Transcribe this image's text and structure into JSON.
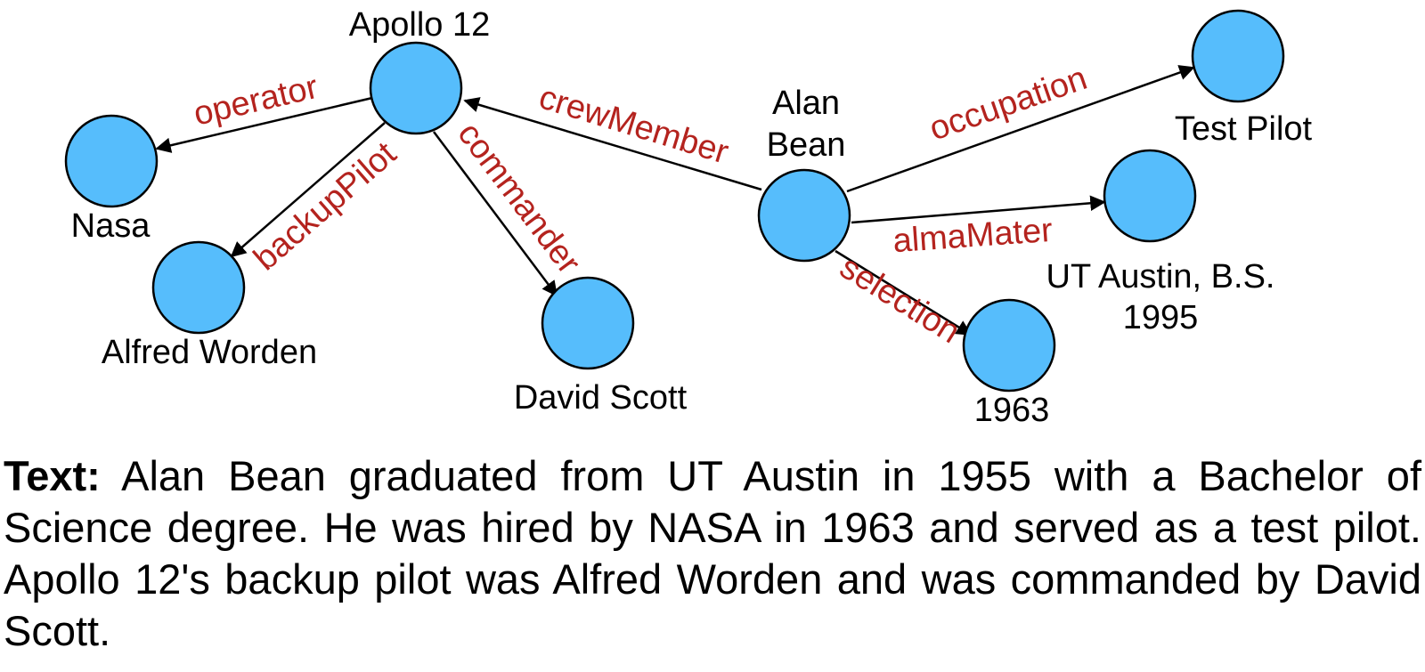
{
  "node_color": "#56BDFC",
  "edge_label_color": "#B4231E",
  "nodes": [
    {
      "id": "apollo",
      "label_lines": [
        "Apollo 12"
      ]
    },
    {
      "id": "nasa",
      "label_lines": [
        "Nasa"
      ]
    },
    {
      "id": "alfred",
      "label_lines": [
        "Alfred Worden"
      ]
    },
    {
      "id": "scott",
      "label_lines": [
        "David Scott"
      ]
    },
    {
      "id": "bean",
      "label_lines": [
        "Alan",
        "Bean"
      ]
    },
    {
      "id": "pilot",
      "label_lines": [
        "Test Pilot"
      ]
    },
    {
      "id": "ut",
      "label_lines": [
        "UT Austin, B.S.",
        "1995"
      ]
    },
    {
      "id": "y1963",
      "label_lines": [
        "1963"
      ]
    }
  ],
  "edges": [
    {
      "from": "apollo",
      "to": "nasa",
      "label": "operator"
    },
    {
      "from": "apollo",
      "to": "alfred",
      "label": "backupPilot"
    },
    {
      "from": "apollo",
      "to": "scott",
      "label": "commander"
    },
    {
      "from": "bean",
      "to": "apollo",
      "label": "crewMember"
    },
    {
      "from": "bean",
      "to": "pilot",
      "label": "occupation"
    },
    {
      "from": "bean",
      "to": "ut",
      "label": "almaMater"
    },
    {
      "from": "bean",
      "to": "y1963",
      "label": "selection"
    }
  ],
  "caption": {
    "bold_label": "Text:",
    "text": " Alan Bean graduated from UT Austin in 1955 with a Bachelor of Science degree. He was hired by NASA in 1963 and served as a test pilot. Apollo 12's backup pilot was Alfred Worden and was commanded by David Scott."
  }
}
